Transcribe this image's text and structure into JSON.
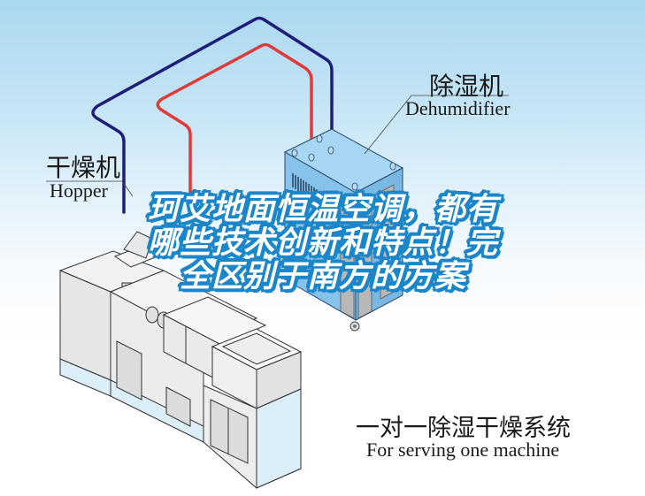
{
  "diagram": {
    "labels": {
      "dehumidifier_cn": "除湿机",
      "dehumidifier_en": "Dehumidifier",
      "hopper_cn": "干燥机",
      "hopper_en": "Hopper",
      "system_cn": "一对一除湿干燥系统",
      "system_en": "For serving one machine"
    },
    "pipes": [
      {
        "name": "return-air-pipe",
        "color": "#1e1e7a"
      },
      {
        "name": "supply-air-pipe",
        "color": "#e0393a"
      }
    ],
    "components": [
      "dehumidifier-unit",
      "hopper-dryer",
      "injection-molding-machine"
    ]
  },
  "overlay": {
    "title_lines": [
      "珂艾地面恒温空调，都有",
      "哪些技术创新和特点！完",
      "全区别于南方的方案"
    ],
    "text_color": "#ffffff",
    "outline_color": "#1b86c9"
  },
  "colors": {
    "sky_top": "#a9d8f0",
    "unit_blue": "#8ec8ef",
    "unit_top": "#a6d6f4",
    "machine_gray": "#e8e8e8",
    "line_dark": "#333333"
  }
}
